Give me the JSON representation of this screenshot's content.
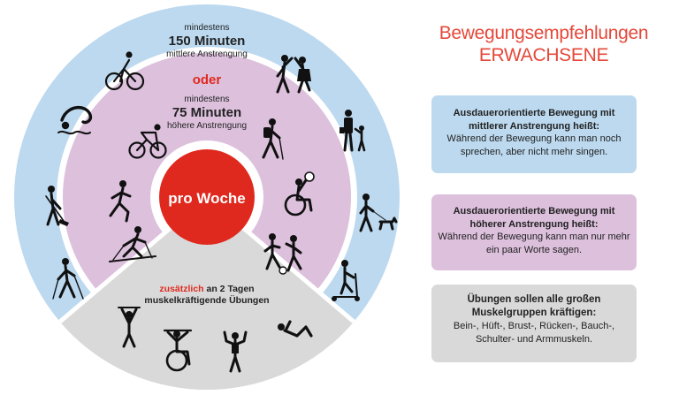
{
  "outer_ring": {
    "line1": "mindestens",
    "line2": "150 Minuten",
    "line3": "mittlere Anstrengung"
  },
  "connector": "oder",
  "inner_ring": {
    "line1": "mindestens",
    "line2": "75 Minuten",
    "line3": "höhere Anstrengung"
  },
  "center": "pro Woche",
  "strength_segment": {
    "highlight": "zusätzlich",
    "line1_rest": " an 2 Tagen",
    "line2": "muskelkräftigende Übungen"
  },
  "title": {
    "line1": "Bewegungsempfehlungen",
    "line2": "ERWACHSENE"
  },
  "boxes": {
    "moderate": {
      "heading": "Ausdauerorientierte Bewegung mit mittlerer Anstrengung heißt:",
      "body": "Während der Bewegung kann man noch sprechen, aber nicht mehr singen."
    },
    "vigorous": {
      "heading": "Ausdauerorientierte Bewegung mit höherer Anstrengung heißt:",
      "body": "Während der Bewegung kann man nur mehr ein paar Worte sagen."
    },
    "strength": {
      "heading": "Übungen sollen alle großen Muskelgruppen kräftigen:",
      "body": "Bein-, Hüft-, Brust-, Rücken-, Bauch-, Schulter- und Armmuskeln."
    }
  },
  "colors": {
    "outer_ring": "#bcd9ef",
    "inner_ring": "#dcc0dc",
    "center": "#e0291e",
    "strength_segment": "#d9d9d9",
    "accent_text": "#e5483a"
  },
  "icons": [
    "cyclist-icon",
    "dancing-couple-icon",
    "walking-family-icon",
    "dog-walker-icon",
    "scooter-icon",
    "swimmer-icon",
    "sweeping-icon",
    "nordic-walker-icon",
    "racing-cyclist-icon",
    "hiker-icon",
    "wheelchair-ball-icon",
    "runner-icon",
    "cross-country-skier-icon",
    "soccer-players-icon",
    "weightlifter-icon",
    "wheelchair-training-icon",
    "resistance-band-icon",
    "situp-icon"
  ]
}
